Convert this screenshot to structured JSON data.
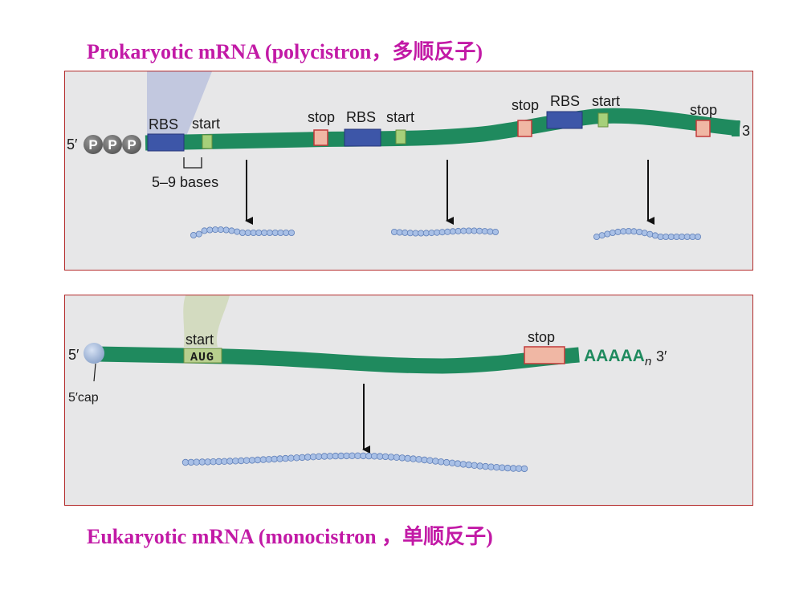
{
  "prokaryotic": {
    "title_en": "Prokaryotic mRNA (polycistron",
    "title_sep": "，",
    "title_cjk": "多顺反子",
    "title_close": ")",
    "five_prime": "5′",
    "three_prime": "3",
    "cap_letter": "P",
    "rbs_label": "RBS",
    "start_label": "start",
    "stop_label": "stop",
    "spacer_label": "5–9 bases"
  },
  "eukaryotic": {
    "title_en": "Eukaryotic mRNA (monocistron ",
    "title_sep": "，",
    "title_cjk": "单顺反子",
    "title_close": ")",
    "five_prime": "5′",
    "three_prime": "3′",
    "cap_label": "5′cap",
    "start_label": "start",
    "start_codon": "AUG",
    "stop_label": "stop",
    "polya": "AAAAA",
    "polya_sub": "n"
  },
  "colors": {
    "mrna": "#1f8a5e",
    "rbs": "#3d56a8",
    "start": "#a6d07a",
    "stop": "#f0b7a4",
    "bead": "#a9c0e6",
    "heading": "#c21aa6",
    "panel_border": "#b32b2b"
  }
}
